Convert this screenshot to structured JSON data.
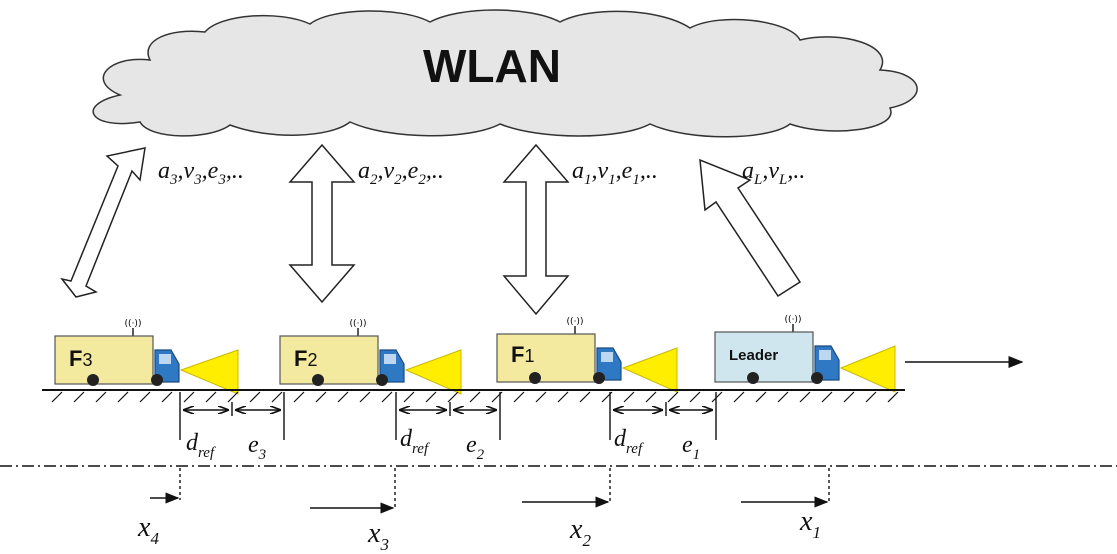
{
  "network": {
    "label": "WLAN"
  },
  "signals": [
    {
      "base": "a",
      "sub1": "3",
      "v": "v",
      "sub2": "3",
      "e": "e",
      "sub3": "3",
      "tail": ",.."
    },
    {
      "base": "a",
      "sub1": "2",
      "v": "v",
      "sub2": "2",
      "e": "e",
      "sub3": "2",
      "tail": ",.."
    },
    {
      "base": "a",
      "sub1": "1",
      "v": "v",
      "sub2": "1",
      "e": "e",
      "sub3": "1",
      "tail": ",.."
    },
    {
      "base": "a",
      "sub1": "L",
      "v": "v",
      "sub2": "L",
      "tail": ",.."
    }
  ],
  "vehicles": [
    {
      "letter": "F",
      "number": "3"
    },
    {
      "letter": "F",
      "number": "2"
    },
    {
      "letter": "F",
      "number": "1"
    },
    {
      "label": "Leader"
    }
  ],
  "gaps": [
    {
      "d": "d",
      "d_sub": "ref",
      "e": "e",
      "e_sub": "3"
    },
    {
      "d": "d",
      "d_sub": "ref",
      "e": "e",
      "e_sub": "2"
    },
    {
      "d": "d",
      "d_sub": "ref",
      "e": "e",
      "e_sub": "1"
    }
  ],
  "positions": [
    {
      "x": "x",
      "sub": "4"
    },
    {
      "x": "x",
      "sub": "3"
    },
    {
      "x": "x",
      "sub": "2"
    },
    {
      "x": "x",
      "sub": "1"
    }
  ],
  "colors": {
    "cloud_fill": "#e6e6e6",
    "truck_body": "#f3eaa0",
    "leader_body": "#cfe6ee",
    "cab": "#2f78c4",
    "beam": "#ffee00"
  }
}
